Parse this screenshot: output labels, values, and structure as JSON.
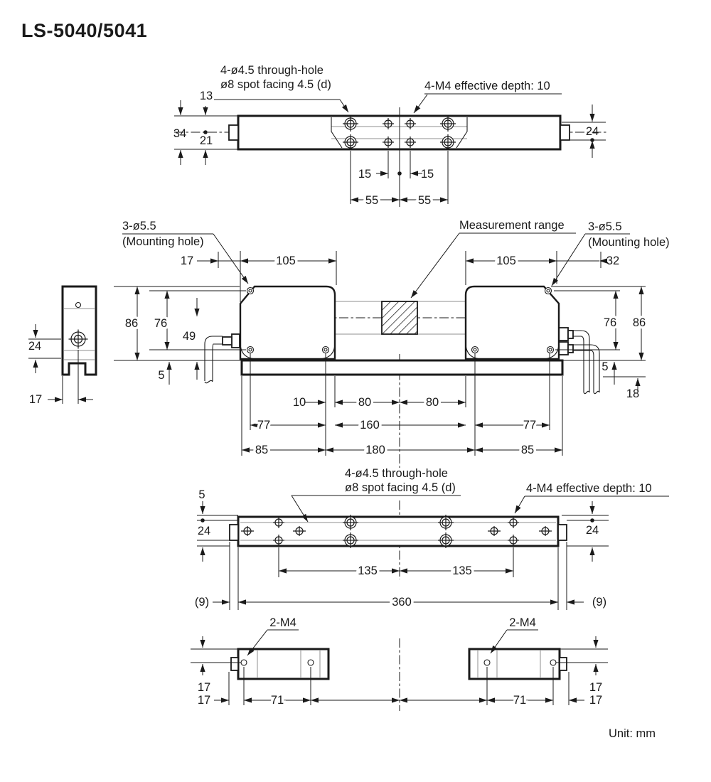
{
  "title": "LS-5040/5041",
  "unit_note": "Unit: mm",
  "colors": {
    "ink": "#1a1a1a",
    "line_gray": "#8f8f8f",
    "background": "#ffffff"
  },
  "top_view": {
    "hole_label_line1": "4-ø4.5 through-hole",
    "hole_label_line2": "ø8 spot facing 4.5 (d)",
    "m4_label": "4-M4 effective depth: 10",
    "dims": {
      "d13": "13",
      "d34": "34",
      "d21": "21",
      "d15_left": "15",
      "d15_right": "15",
      "d55_left": "55",
      "d55_right": "55",
      "d24": "24"
    }
  },
  "front_view": {
    "mount_label_left_line1": "3-ø5.5",
    "mount_label_left_line2": "(Mounting hole)",
    "range_label": "Measurement range",
    "mount_label_right_line1": "3-ø5.5",
    "mount_label_right_line2": "(Mounting hole)",
    "dims": {
      "d17": "17",
      "d105_left": "105",
      "d105_right": "105",
      "d32": "32",
      "d86_left": "86",
      "d76_left": "76",
      "d49": "49",
      "d5_left": "5",
      "d76_right": "76",
      "d86_right": "86",
      "d5_right": "5",
      "d18": "18",
      "d10": "10",
      "d80_left": "80",
      "d80_right": "80",
      "d77_left": "77",
      "d160": "160",
      "d77_right": "77",
      "d85_left": "85",
      "d180": "180",
      "d85_right": "85"
    }
  },
  "side_view": {
    "dims": {
      "d24": "24",
      "d17": "17"
    }
  },
  "bottom_view": {
    "hole_label_line1": "4-ø4.5 through-hole",
    "hole_label_line2": "ø8 spot facing 4.5 (d)",
    "m4_label": "4-M4 effective depth: 10",
    "dims": {
      "d5": "5",
      "d24_left": "24",
      "d24_right": "24",
      "d135_left": "135",
      "d135_right": "135",
      "d9_left": "(9)",
      "d360": "360",
      "d9_right": "(9)"
    }
  },
  "underside_view": {
    "m4_label_left": "2-M4",
    "m4_label_right": "2-M4",
    "dims": {
      "d17_top_left": "17",
      "d17_bottom_left": "17",
      "d71_left": "71",
      "d17_top_right": "17",
      "d17_bottom_right": "17",
      "d71_right": "71"
    }
  }
}
